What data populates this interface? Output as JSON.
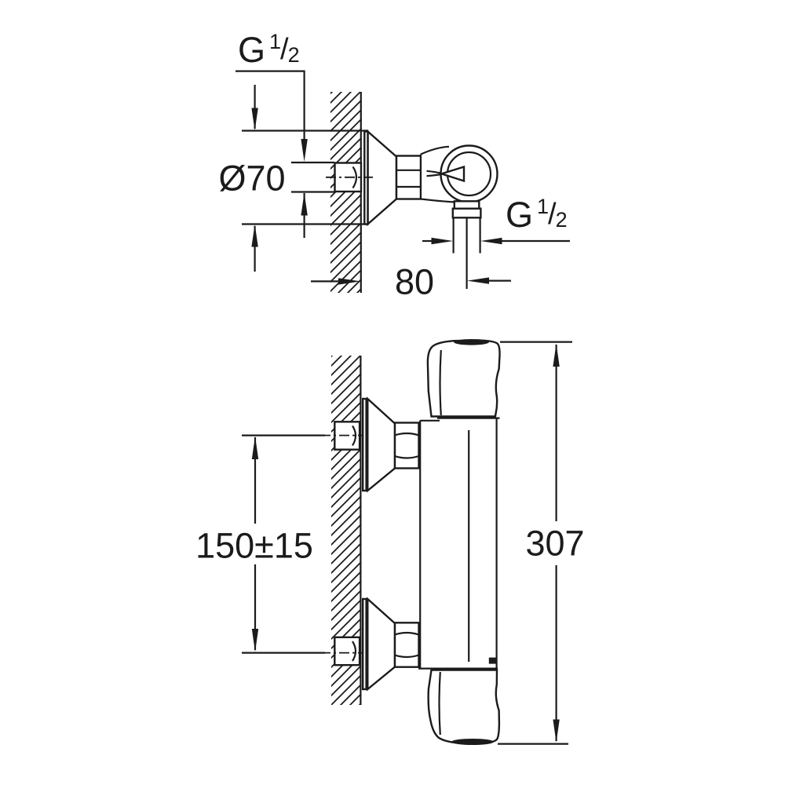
{
  "colors": {
    "line": "#1b1b1b",
    "background": "#ffffff"
  },
  "views": {
    "top": {
      "labels": {
        "thread_inlet": {
          "prefix": "G",
          "numerator": "1",
          "slash": "/",
          "denominator": "2"
        },
        "rosette_diameter": "Ø70",
        "wall_offset": "80",
        "thread_outlet": {
          "prefix": "G",
          "numerator": "1",
          "slash": "/",
          "denominator": "2"
        }
      }
    },
    "front": {
      "labels": {
        "inlet_spacing": "150±15",
        "overall_height": "307"
      }
    }
  }
}
